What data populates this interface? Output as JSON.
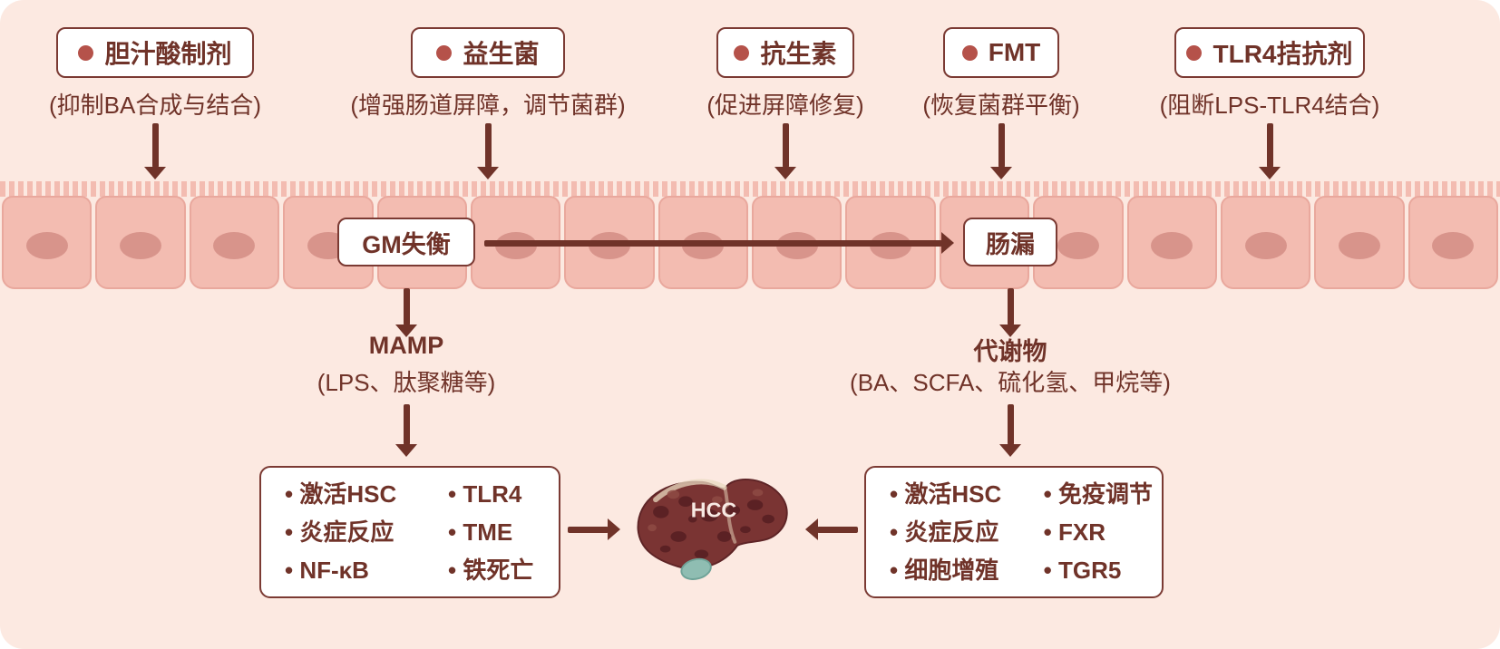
{
  "colors": {
    "background": "#fce9e1",
    "accent": "#703329",
    "box_border": "#7b3a33",
    "band_cell": "#f3bcb1",
    "nucleus": "#d8948b",
    "dot": "#b5524a",
    "liver_body": "#7a3433",
    "gallbladder": "#8fbdb2"
  },
  "interventions": [
    {
      "label": "胆汁酸制剂",
      "note": "(抑制BA合成与结合)"
    },
    {
      "label": "益生菌",
      "note": "(增强肠道屏障，调节菌群)"
    },
    {
      "label": "抗生素",
      "note": "(促进屏障修复)"
    },
    {
      "label": "FMT",
      "note": "(恢复菌群平衡)"
    },
    {
      "label": "TLR4拮抗剂",
      "note": "(阻断LPS-TLR4结合)"
    }
  ],
  "band": {
    "gm_label": "GM失衡",
    "leak_label": "肠漏"
  },
  "left_pathway": {
    "mediator": "MAMP",
    "mediator_note": "(LPS、肽聚糖等)",
    "effects_col1": [
      "激活HSC",
      "炎症反应",
      "NF-κB"
    ],
    "effects_col2": [
      "TLR4",
      "TME",
      "铁死亡"
    ]
  },
  "right_pathway": {
    "mediator": "代谢物",
    "mediator_note": "(BA、SCFA、硫化氢、甲烷等)",
    "effects_col1": [
      "激活HSC",
      "炎症反应",
      "细胞增殖"
    ],
    "effects_col2": [
      "免疫调节",
      "FXR",
      "TGR5"
    ]
  },
  "liver_label": "HCC"
}
